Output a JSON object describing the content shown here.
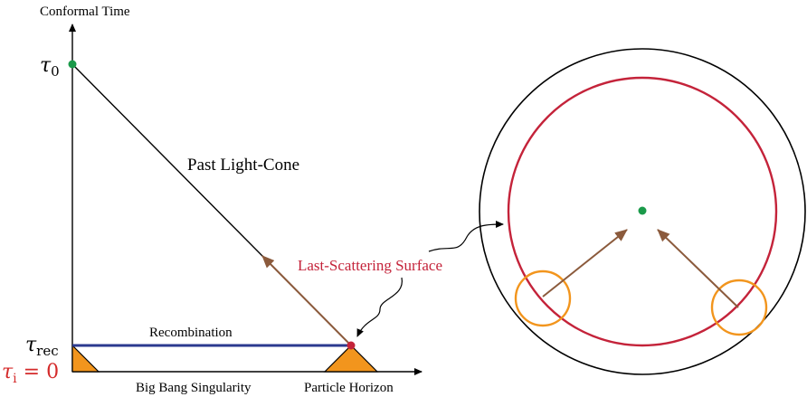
{
  "axes": {
    "y_label": "Conformal Time",
    "tau_0": "τ",
    "tau_0_sub": "0",
    "tau_rec": "τ",
    "tau_rec_sub": "rec",
    "tau_i": "τ",
    "tau_i_sub": "i",
    "tau_i_eq": " = 0"
  },
  "labels": {
    "past_light_cone": "Past Light-Cone",
    "last_scattering": "Last-Scattering Surface",
    "recombination": "Recombination",
    "big_bang": "Big Bang Singularity",
    "particle_horizon": "Particle Horizon"
  },
  "colors": {
    "black": "#000000",
    "red": "#c4233a",
    "blue": "#2b3a8f",
    "orange": "#f2951d",
    "brown": "#8b5a3c",
    "green": "#1a9a4a",
    "red_text": "#d42a2a"
  }
}
